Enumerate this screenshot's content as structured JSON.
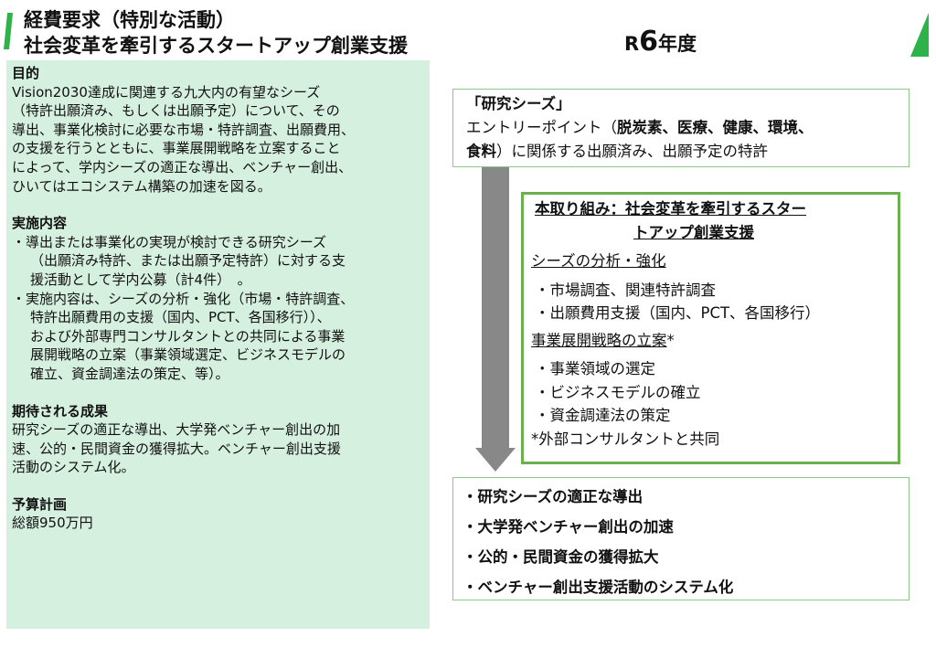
{
  "header": {
    "title_line1": "経費要求（特別な活動）",
    "title_line2": "社会変革を牽引するスタートアップ創業支援",
    "fiscal_prefix": "R",
    "fiscal_number": "6",
    "fiscal_suffix": "年度"
  },
  "left": {
    "purpose_heading": "目的",
    "purpose_lines": [
      "Vision2030達成に関連する九大内の有望なシーズ",
      "（特許出願済み、もしくは出願予定）について、その",
      "導出、事業化検討に必要な市場・特許調査、出願費用、",
      "の支援を行うとともに、事業展開戦略を立案すること",
      "によって、学内シーズの適正な導出、ベンチャー創出、",
      "ひいてはエコシステム構築の加速を図る。"
    ],
    "impl_heading": "実施内容",
    "impl_lines": [
      "・導出または事業化の実現が検討できる研究シーズ",
      "（出願済み特許、または出願予定特許）に対する支",
      "援活動として学内公募（計4件）　。",
      "・実施内容は、シーズの分析・強化（市場・特許調査、",
      "特許出願費用の支援（国内、PCT、各国移行））、",
      "および外部専門コンサルタントとの共同による事業",
      "展開戦略の立案（事業領域選定、ビジネスモデルの",
      "確立、資金調達法の策定、等）。"
    ],
    "outcome_heading": "期待される成果",
    "outcome_lines": [
      "研究シーズの適正な導出、大学発ベンチャー創出の加",
      "速、公的・民間資金の獲得拡大。ベンチャー創出支援",
      "活動のシステム化。"
    ],
    "budget_heading": "予算計画",
    "budget_text": "総額950万円"
  },
  "seeds_box": {
    "title": "「研究シーズ」",
    "line1_pre": "エントリーポイント（",
    "line1_bold": "脱炭素、医療、健康、環境、",
    "line2_bold": "食料",
    "line2_post": "）に関係する出願済み、出願予定の特許"
  },
  "initiative_box": {
    "title_line1": "本取り組み：社会変革を牽引するスター",
    "title_line2": "トアップ創業支援",
    "section1": "シーズの分析・強化",
    "section1_items": [
      "・市場調査、関連特許調査",
      "・出願費用支援（国内、PCT、各国移行）"
    ],
    "section2": "事業展開戦略の立案",
    "section2_mark": "*",
    "section2_items": [
      "・事業領域の選定",
      "・ビジネスモデルの確立",
      "・資金調達法の策定"
    ],
    "note": "*外部コンサルタントと共同"
  },
  "outcomes_box": {
    "items": [
      "・研究シーズの適正な導出",
      "・大学発ベンチャー創出の加速",
      "・公的・民間資金の獲得拡大",
      "・ベンチャー創出支援活動のシステム化"
    ]
  }
}
